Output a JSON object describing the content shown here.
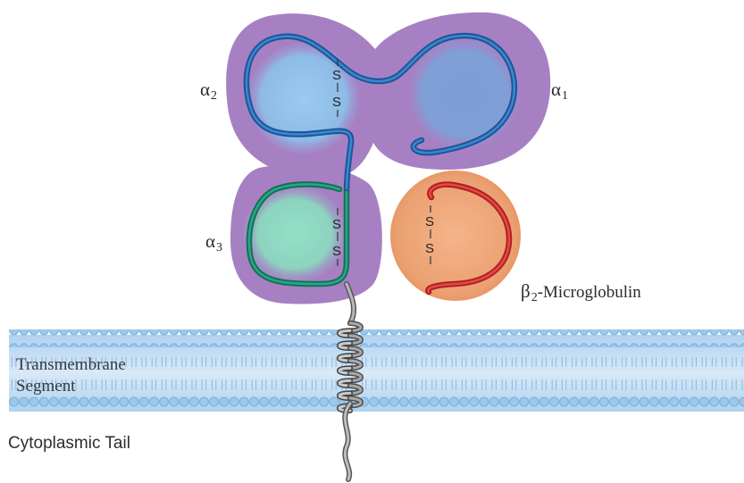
{
  "diagram": {
    "domains": [
      {
        "id": "a1",
        "symbol": "α",
        "subscript": "1"
      },
      {
        "id": "a2",
        "symbol": "α",
        "subscript": "2"
      },
      {
        "id": "a3",
        "symbol": "α",
        "subscript": "3"
      }
    ],
    "beta2": {
      "symbol": "β",
      "subscript": "2",
      "suffix": "-Microglobulin"
    },
    "membrane": {
      "line1": "Transmembrane",
      "line2": "Segment"
    },
    "cytoplasmic_tail": "Cytoplasmic Tail",
    "disulfide_label": "S",
    "colors": {
      "envelope": "#a77fc1",
      "alpha1_fill": "#7f9fd6",
      "alpha2_fill": "#8fc0e8",
      "alpha3_fill": "#8ed9c0",
      "beta2_fill": "#e9956a",
      "chain_blue": "#1f5fa5",
      "chain_green": "#178a6e",
      "chain_red": "#cc2a2a",
      "membrane_head": "#9ec9ea",
      "membrane_band": "#c5def2",
      "tail_grey": "#8c8c8c"
    }
  }
}
